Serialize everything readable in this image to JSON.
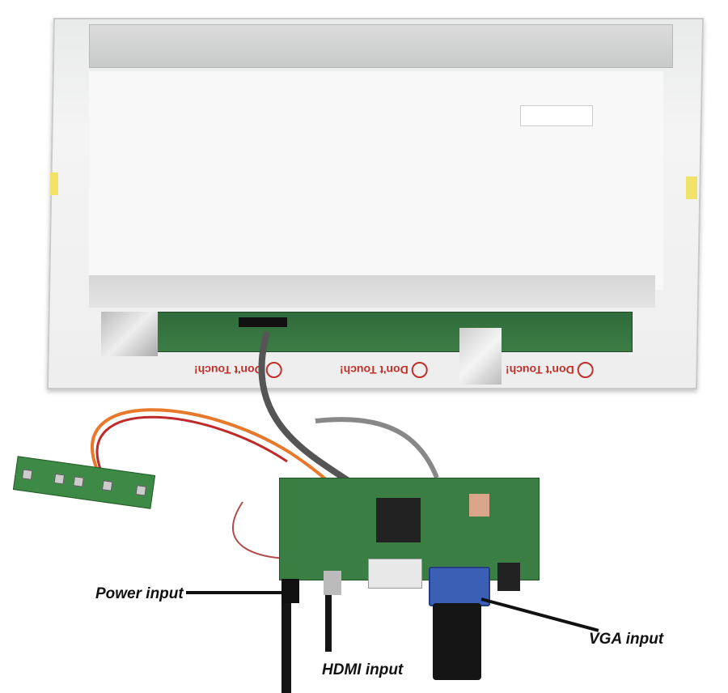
{
  "labels": {
    "power": "Power input",
    "hdmi": "HDMI input",
    "vga": "VGA input"
  },
  "panel": {
    "warning_text": "Don't Touch!"
  },
  "colors": {
    "pcb_green": "#3b7e44",
    "warning_red": "#c0302a",
    "vga_blue": "#3a5fb5"
  }
}
